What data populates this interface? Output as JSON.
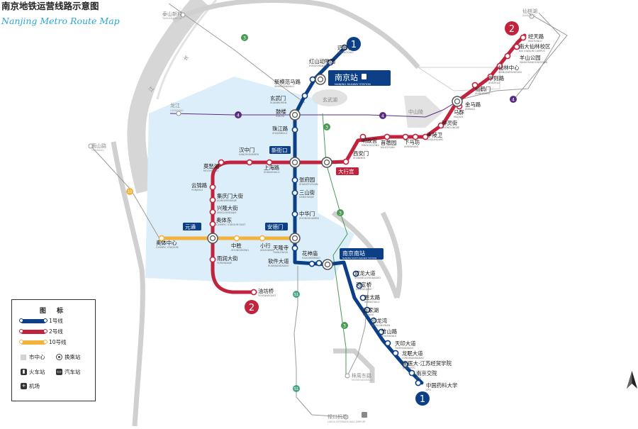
{
  "title_zh": "南京地铁运营线路示意图",
  "title_en": "Nanjing Metro Route Map",
  "colors": {
    "line1": "#0c3f86",
    "line2": "#c0233b",
    "line10": "#f2b33d",
    "zone": "#dceef9",
    "gray_line": "#9a9a9a",
    "green_line": "#4a9a55",
    "purple_line": "#5a2a84"
  },
  "line_badges": [
    {
      "id": "line1-north-badge",
      "text": "1",
      "line": "line1"
    },
    {
      "id": "line1-south-badge",
      "text": "1",
      "line": "line1"
    },
    {
      "id": "line2-east-badge",
      "text": "2",
      "line": "line2"
    },
    {
      "id": "line2-west-badge",
      "text": "2",
      "line": "line2"
    }
  ],
  "planned_markers": [
    "3",
    "3",
    "3",
    "3",
    "4",
    "4",
    "4",
    "10",
    "S1",
    "S1"
  ],
  "hub_labels": {
    "nanjing_station": {
      "zh": "南京站",
      "en": "NANJING RAILWAY STATION"
    },
    "nanjing_south": {
      "zh": "南京南站",
      "en": "NANJING SOUTH RAILWAY STATION"
    },
    "xinjiekou": {
      "zh": "新街口"
    },
    "andemen": {
      "zh": "安德门"
    },
    "yuantong": {
      "zh": "元通"
    },
    "daxinggong": {
      "zh": "大行宫"
    }
  },
  "stations": {
    "maigaoqiao": {
      "zh": "迈皋桥",
      "en": "MAIGAOQIAO"
    },
    "hongshan": {
      "zh": "红山动物园",
      "en": "HONGSHANZOO"
    },
    "xinmofan": {
      "zh": "新模范马路",
      "en": "XINMOFANMALU"
    },
    "xuanwumen": {
      "zh": "玄武门",
      "en": "XUANWUMEN"
    },
    "gulou": {
      "zh": "鼓楼",
      "en": "GULOU"
    },
    "zhujiang": {
      "zh": "珠江路",
      "en": "ZHUJIANGLU"
    },
    "zhangfuyuan": {
      "zh": "张府园",
      "en": "ZHANGFUYUAN"
    },
    "sanshanjie": {
      "zh": "三山街",
      "en": "SANSHANJIE"
    },
    "zhonghuamen": {
      "zh": "中华门",
      "en": "ZHONGHUAMEN"
    },
    "tianlongsi": {
      "zh": "天隆寺",
      "en": "TIANLONGSI"
    },
    "ruanjian": {
      "zh": "软件大道",
      "en": "RUANJIANDADAO"
    },
    "huashenmiao": {
      "zh": "花神庙",
      "en": "HUASHENMIAO"
    },
    "shuanglong": {
      "zh": "双龙大道",
      "en": "SHUANGLONGDADAO"
    },
    "hedingqiao": {
      "zh": "河定桥",
      "en": "HEDINGQIAO"
    },
    "shengtai": {
      "zh": "胜太路",
      "en": "SHENGTAILU"
    },
    "baijiahu": {
      "zh": "百家湖",
      "en": "BAIJIAHU"
    },
    "xiaolongwan": {
      "zh": "小龙湾",
      "en": "XIAOLONGWAN"
    },
    "zhushan": {
      "zh": "竹山路",
      "en": "ZHUSHANLU"
    },
    "tianyin": {
      "zh": "天印大道",
      "en": "TIANYINDADAO"
    },
    "longmian": {
      "zh": "龙眠大道",
      "en": "LONGMIANDADAO"
    },
    "nanyida": {
      "zh": "南医大·江苏经贸学院",
      "en": "NMU/JIETC"
    },
    "nanjingjiaoyuan": {
      "zh": "南京交院",
      "en": "NJCI"
    },
    "cpu": {
      "zh": "中国药科大学",
      "en": "CPU"
    },
    "jingtianlu": {
      "zh": "经天路",
      "en": "JINGTIANLU"
    },
    "nandaxianlin": {
      "zh": "南大仙林校区",
      "en": "NJU XIANLIN CAMPUS"
    },
    "yangshan": {
      "zh": "羊山公园",
      "en": "YANGSHANGONGYUAN"
    },
    "xianlinzhongxin": {
      "zh": "仙林中心",
      "en": "XIANLINZHONGXIN"
    },
    "xuezelu": {
      "zh": "学则路",
      "en": "XUEZELU"
    },
    "xianhemen": {
      "zh": "仙鹤门",
      "en": "XIANHEMEN"
    },
    "jinmalu": {
      "zh": "金马路",
      "en": "JINMALU"
    },
    "maqun": {
      "zh": "马群",
      "en": "MAQUN"
    },
    "zhongling": {
      "zh": "钟灵街",
      "en": "ZHONGLINGJIE"
    },
    "xiaolingwei": {
      "zh": "孝陵卫",
      "en": "XIAOLINGWEI"
    },
    "xiamafang": {
      "zh": "下马坊",
      "en": "XIAMAFANG"
    },
    "muxuyuan": {
      "zh": "苜蓿园",
      "en": "MUXUYUAN"
    },
    "minggugong": {
      "zh": "明故宫",
      "en": "MINGGUGONG"
    },
    "ximenmen": {
      "zh": "西安门",
      "en": "XI'ANMEN"
    },
    "shanghai": {
      "zh": "上海路",
      "en": "SHANGHAILU"
    },
    "hanzhongmen": {
      "zh": "汉中门",
      "en": "HANZHONGMEN"
    },
    "mochouhu": {
      "zh": "莫愁湖",
      "en": "MOCHOUHU"
    },
    "yunjin": {
      "zh": "云锦路",
      "en": "YUNJINLU"
    },
    "jiqingmen": {
      "zh": "集庆门大街",
      "en": "JIQINGMENDAJIE"
    },
    "xinglong": {
      "zh": "兴隆大街",
      "en": "XINGLONGDAJIE"
    },
    "aotidong": {
      "zh": "奥体东",
      "en": "OLYMPIC STADIUM EAST"
    },
    "yurun": {
      "zh": "雨润大街",
      "en": "YURUNDAJIE"
    },
    "youfangqiao": {
      "zh": "油坊桥",
      "en": "YOUFANGQIAO"
    },
    "aotizhongxin": {
      "zh": "奥体中心",
      "en": "OLYMPIC STADIUM"
    },
    "zhongsheng": {
      "zh": "中胜",
      "en": "ZHONGSHENG"
    },
    "xiaohang": {
      "zh": "小行",
      "en": "XIAOHANG"
    }
  },
  "planned_stations": {
    "taishan": {
      "zh": "泰山新村",
      "en": "TAISHANXINCUN"
    },
    "longjiang": {
      "zh": "龙江",
      "en": "LONGJIANG"
    },
    "yushanlu": {
      "zh": "雨山路",
      "en": "YUSHANLU"
    },
    "xianlinhu": {
      "zh": "仙林湖",
      "en": "XIANLINHU"
    },
    "xuanwuhu": {
      "zh": "玄武湖",
      "en": ""
    },
    "zhongshan": {
      "zh": "中山陵",
      "en": ""
    },
    "jiangshi": {
      "zh": "秣周东路",
      "en": "MOZHOUDONGLU"
    },
    "lukou": {
      "zh": "禄口机场",
      "en": "LUKOU INTERNATIONAL AIRPORT"
    },
    "jiang": {
      "zh": "江",
      "en": ""
    },
    "chang": {
      "zh": "长",
      "en": ""
    }
  },
  "legend": {
    "title": "图 标",
    "line1": "1号线",
    "line2": "2号线",
    "line10": "10号线",
    "city_center": "市中心",
    "transfer": "换乘站",
    "train": "火车站",
    "bus": "汽车站",
    "airport": "机场"
  }
}
